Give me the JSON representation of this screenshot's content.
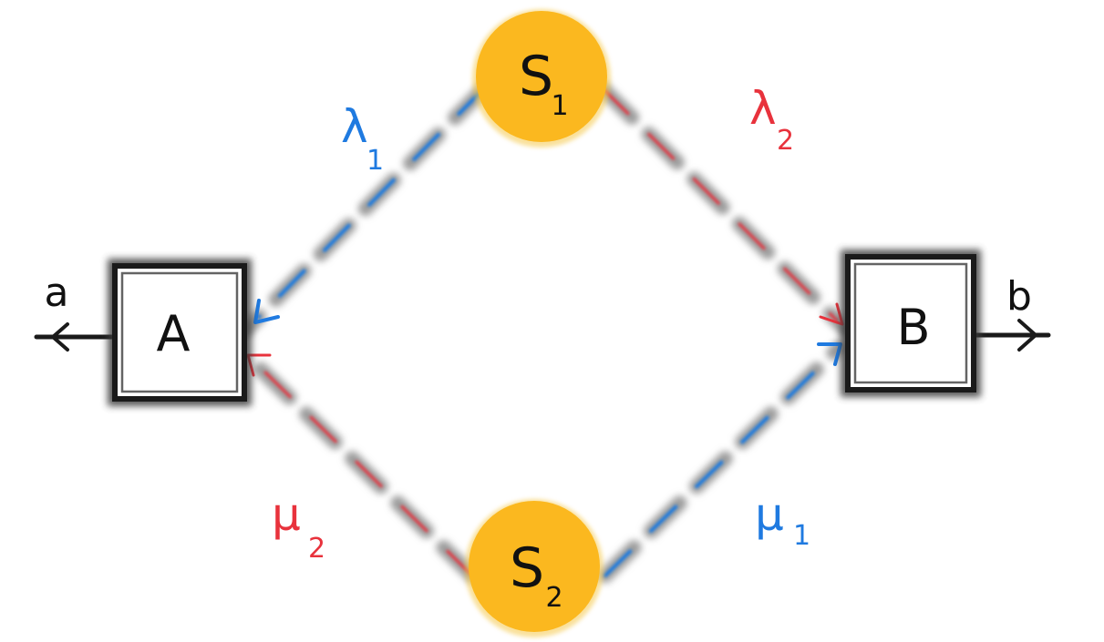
{
  "colors": {
    "source": "#fbb81f",
    "source_edge": "#f5c84a",
    "blue": "#1f7ae0",
    "red": "#e8323c",
    "dark": "#1a1a1a",
    "shadow": "#8a8a8a"
  },
  "sources": {
    "s1": {
      "letter": "S",
      "sub": "1"
    },
    "s2": {
      "letter": "S",
      "sub": "2"
    }
  },
  "parties": {
    "a": {
      "label": "A",
      "output": "a"
    },
    "b": {
      "label": "B",
      "output": "b"
    }
  },
  "channels": {
    "lambda1": {
      "symbol": "λ",
      "sub": "1"
    },
    "lambda2": {
      "symbol": "λ",
      "sub": "2"
    },
    "mu1": {
      "symbol": "μ",
      "sub": "1"
    },
    "mu2": {
      "symbol": "μ",
      "sub": "2"
    }
  }
}
